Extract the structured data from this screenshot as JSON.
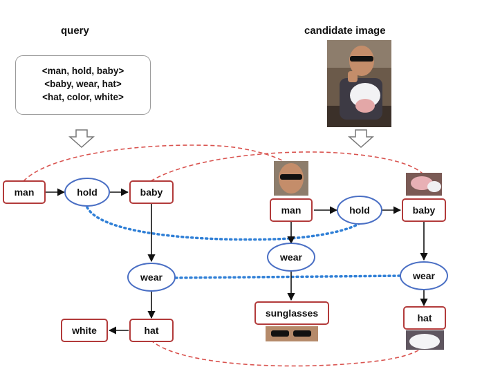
{
  "titles": {
    "query": "query",
    "candidate": "candidate image"
  },
  "query": {
    "triples": [
      "<man, hold, baby>",
      "<baby, wear, hat>",
      "<hat, color, white>"
    ]
  },
  "query_graph": {
    "objects": [
      "man",
      "baby",
      "hat",
      "white"
    ],
    "relations": [
      "hold",
      "wear"
    ]
  },
  "candidate_graph": {
    "objects": [
      "man",
      "baby",
      "sunglasses",
      "hat"
    ],
    "relations": [
      "hold",
      "wear",
      "wear"
    ]
  },
  "colors": {
    "object_border": "#b23a3a",
    "relation_border": "#4a6fc4",
    "match_object_line": "#d9534f",
    "match_relation_line": "#2f7fd6",
    "arrow": "#111111"
  },
  "icons": {
    "down_arrow": "hollow-down-arrow-icon",
    "photo": "photo-thumbnail"
  }
}
